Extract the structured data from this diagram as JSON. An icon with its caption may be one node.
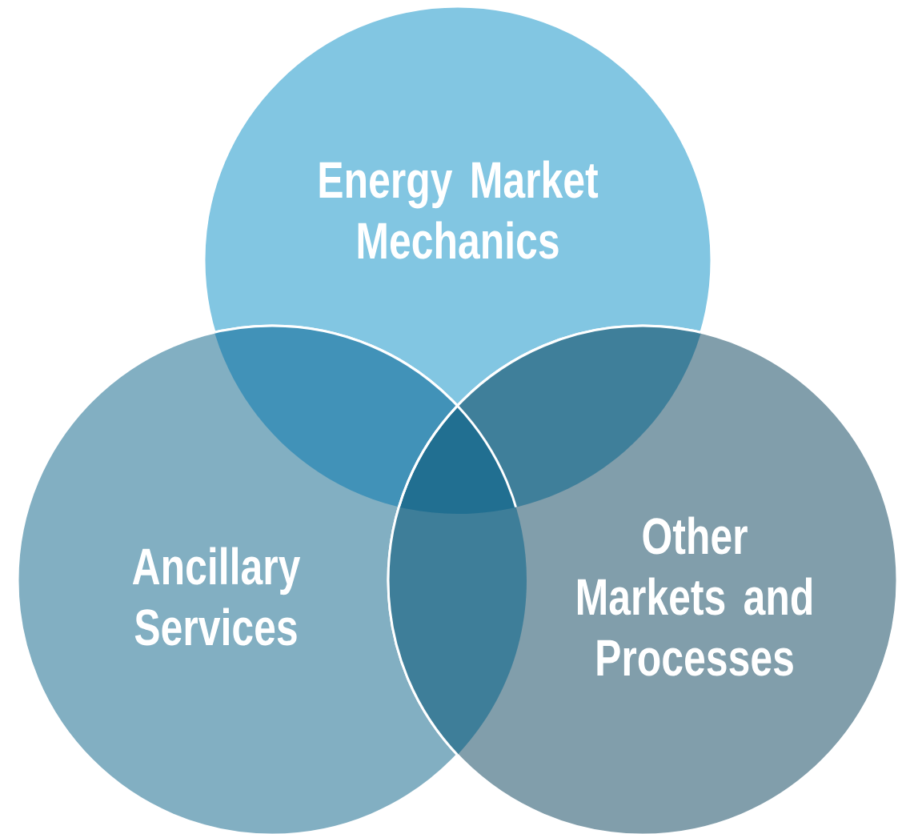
{
  "diagram": {
    "nodes": [
      {
        "text": [
          "Energy Market Mechanics"
        ]
      },
      {
        "text": [
          "Ancillary Services"
        ]
      },
      {
        "text": [
          "Other Markets and Processes"
        ]
      }
    ]
  }
}
